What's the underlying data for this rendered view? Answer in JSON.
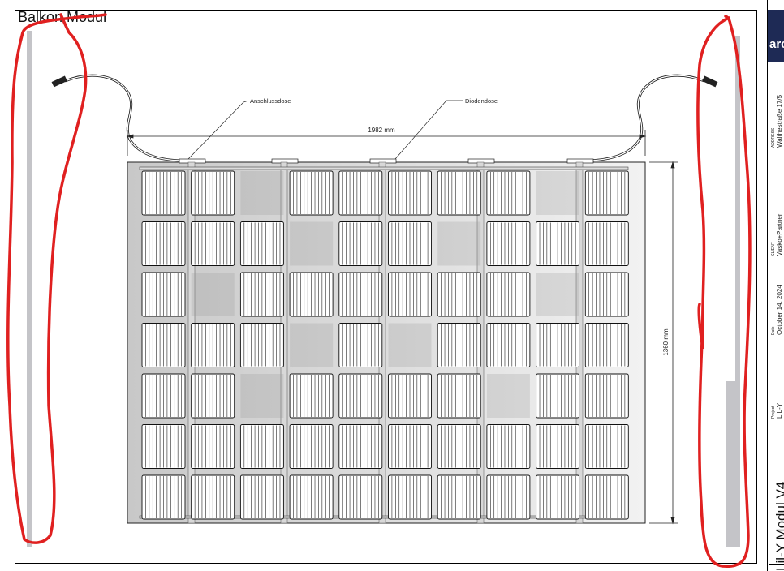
{
  "title": "Balkon Modul",
  "labels": {
    "junction_box": "Anschlussdose",
    "diode_box": "Diodendose",
    "width_dim": "1982 mm",
    "height_dim": "1360 mm"
  },
  "panel": {
    "columns": 10,
    "rows": 7,
    "missing_cells": [
      [
        0,
        2
      ],
      [
        0,
        8
      ],
      [
        1,
        3
      ],
      [
        1,
        6
      ],
      [
        2,
        1
      ],
      [
        2,
        8
      ],
      [
        3,
        3
      ],
      [
        3,
        5
      ],
      [
        4,
        2
      ],
      [
        4,
        7
      ]
    ]
  },
  "title_block": {
    "logo": "arc",
    "address_label": "ADDRESS",
    "address": "Walthestraße 17/5",
    "client_label": "CLIENT",
    "client": "Vasko+Partner",
    "date_label": "Date",
    "date": "October 14, 2024",
    "project_label": "Project",
    "project": "LIL-Y",
    "drawing_title": "Lil-Y Modul V4"
  },
  "colors": {
    "annotation": "#e02020",
    "logo_bg": "#1e2a55",
    "bar": "#c4c4c8"
  }
}
